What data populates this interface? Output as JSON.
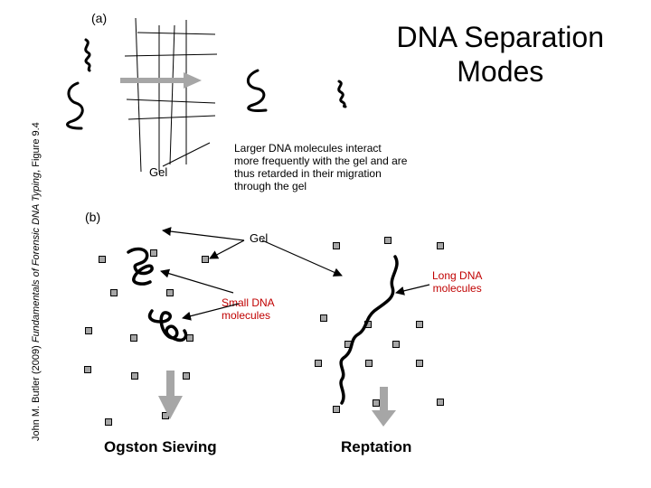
{
  "credit": {
    "author_year": "John M. Butler (2009) ",
    "book": "Fundamentals of Forensic DNA Typing",
    "figure": ", Figure 9.4"
  },
  "title": {
    "line1": "DNA Separation",
    "line2": "Modes"
  },
  "panel_a": {
    "label": "(a)",
    "gel_label": "Gel",
    "caption_lines": [
      "Larger DNA molecules interact",
      "more frequently with the gel and are",
      "thus retarded in their migration",
      "through the gel"
    ]
  },
  "panel_b": {
    "label": "(b)",
    "gel_label": "Gel",
    "small_dna_label_1": "Small DNA",
    "small_dna_label_2": "molecules",
    "long_dna_label_1": "Long DNA",
    "long_dna_label_2": "molecules",
    "ogston_label": "Ogston Sieving",
    "reptation_label": "Reptation"
  },
  "colors": {
    "arrow_gray": "#a6a6a6",
    "red_label": "#c00000",
    "gel_square": "#a6a6a6"
  }
}
